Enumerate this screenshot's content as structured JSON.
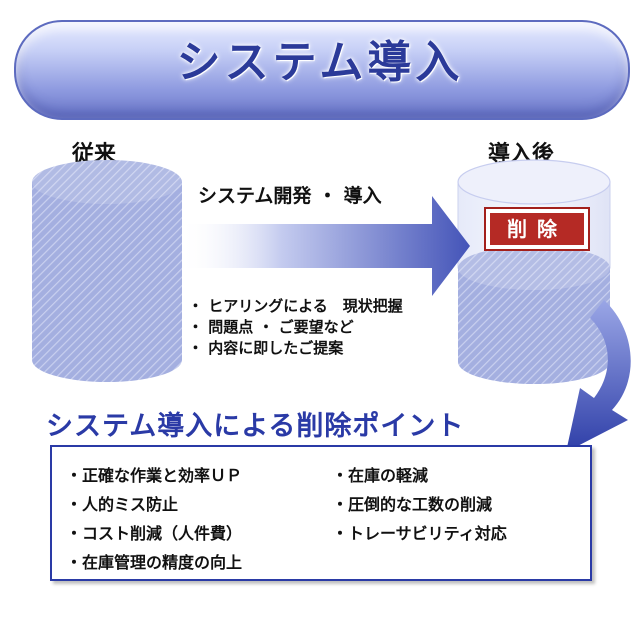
{
  "title": "システム導入",
  "before_label": "従来",
  "after_label": "導入後",
  "arrow_label": "システム開発 ・ 導入",
  "reduce_badge": "削除",
  "process_bullets": [
    "・ ヒアリングによる　現状把握",
    "・ 問題点 ・ ご要望など",
    "・ 内容に即したご提案"
  ],
  "points_title": "システム導入による削除ポイント",
  "points_left": [
    "・正確な作業と効率ＵＰ",
    "・人的ミス防止",
    "・コスト削減（人件費）",
    "・在庫管理の精度の向上"
  ],
  "points_right": [
    "・在庫の軽減",
    "・圧倒的な工数の削減",
    "・トレーサビリティ対応"
  ],
  "colors": {
    "accent_blue": "#2a3aa6",
    "badge_red": "#b52a25",
    "cylinder_blue": "#9aa6dc"
  },
  "icons": [
    "flow-arrow-icon",
    "curved-arrow-icon"
  ]
}
